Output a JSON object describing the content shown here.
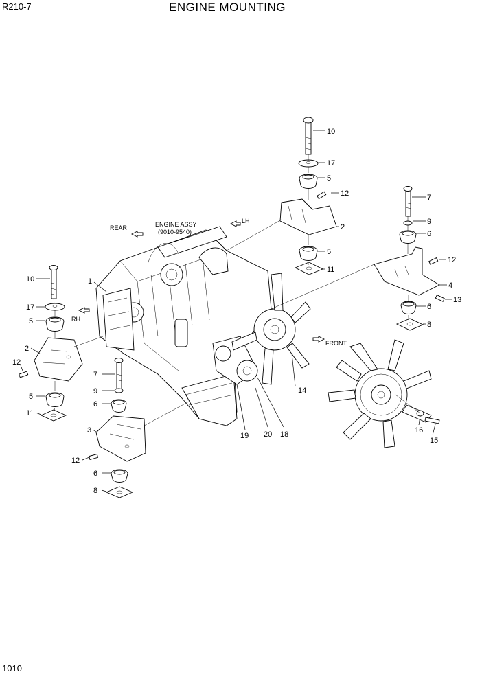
{
  "header": {
    "model": "R210-7",
    "title": "ENGINE MOUNTING"
  },
  "footer": {
    "page_number": "1010"
  },
  "annotations": {
    "rear": "REAR",
    "engine_assy": "ENGINE ASSY",
    "engine_assy_no": "(9010-9540)",
    "lh": "LH",
    "rh": "RH",
    "front": "FRONT"
  },
  "callouts": {
    "c1": "1",
    "c2a": "2",
    "c2b": "2",
    "c3": "3",
    "c4": "4",
    "c5a": "5",
    "c5b": "5",
    "c5c": "5",
    "c5d": "5",
    "c6a": "6",
    "c6b": "6",
    "c6c": "6",
    "c6d": "6",
    "c7a": "7",
    "c7b": "7",
    "c8a": "8",
    "c8b": "8",
    "c9a": "9",
    "c9b": "9",
    "c10a": "10",
    "c10b": "10",
    "c11a": "11",
    "c11b": "11",
    "c12a": "12",
    "c12b": "12",
    "c12c": "12",
    "c12d": "12",
    "c13": "13",
    "c14": "14",
    "c15": "15",
    "c16": "16",
    "c17a": "17",
    "c17b": "17",
    "c18": "18",
    "c19": "19",
    "c20": "20"
  }
}
